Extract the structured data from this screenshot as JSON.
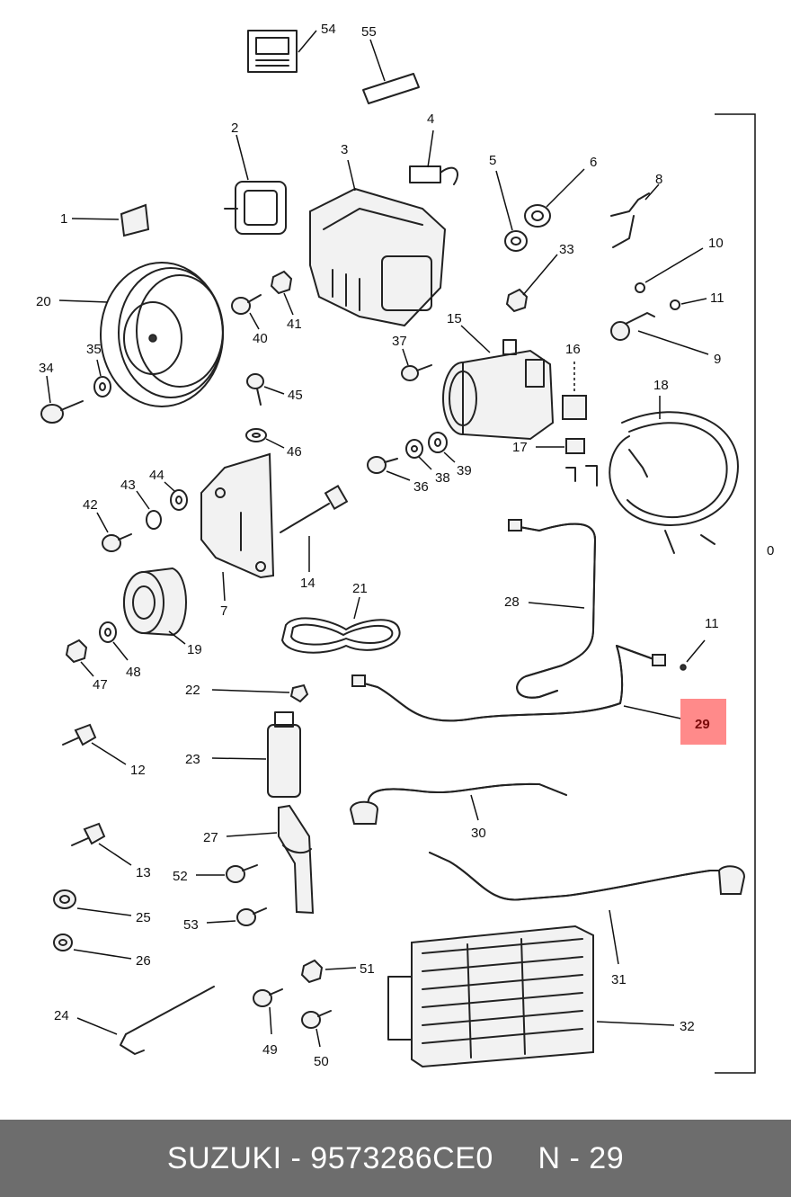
{
  "diagram": {
    "labels": [
      "54",
      "55",
      "2",
      "3",
      "4",
      "5",
      "6",
      "8",
      "1",
      "10",
      "11",
      "33",
      "9",
      "20",
      "40",
      "41",
      "15",
      "37",
      "35",
      "34",
      "45",
      "16",
      "18",
      "46",
      "17",
      "36",
      "38",
      "39",
      "43",
      "44",
      "42",
      "14",
      "7",
      "0",
      "28",
      "21",
      "19",
      "11",
      "48",
      "47",
      "22",
      "29",
      "12",
      "23",
      "30",
      "27",
      "13",
      "52",
      "25",
      "53",
      "26",
      "51",
      "31",
      "24",
      "32",
      "49",
      "50"
    ],
    "highlight": {
      "label": "29",
      "color": "#ff8a8a"
    }
  },
  "footer": {
    "text": "SUZUKI - 9573286CE0     N - 29"
  }
}
